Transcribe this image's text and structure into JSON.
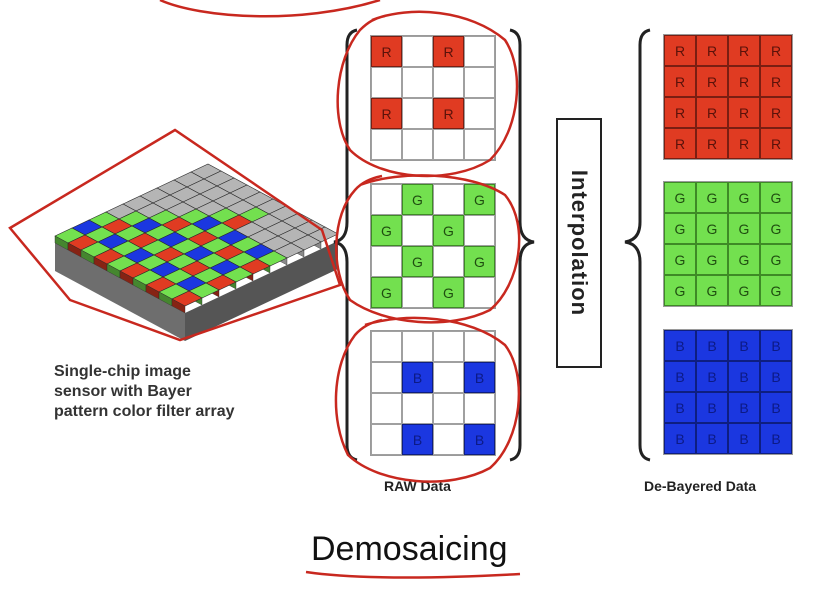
{
  "sensor": {
    "caption_lines": [
      "Single-chip image",
      "sensor with Bayer",
      "pattern color filter array"
    ]
  },
  "raw": {
    "label": "RAW Data",
    "red_grid": [
      "R",
      "",
      "R",
      "",
      "",
      "",
      "",
      "",
      "R",
      "",
      "R",
      "",
      "",
      "",
      "",
      ""
    ],
    "green_grid": [
      "",
      "G",
      "",
      "G",
      "G",
      "",
      "G",
      "",
      "",
      "G",
      "",
      "G",
      "G",
      "",
      "G",
      ""
    ],
    "blue_grid": [
      "",
      "",
      "",
      "",
      "",
      "B",
      "",
      "B",
      "",
      "",
      "",
      "",
      "",
      "B",
      "",
      "B"
    ]
  },
  "interpolation": {
    "label": "Interpolation"
  },
  "debayered": {
    "label": "De-Bayered Data",
    "red_letter": "R",
    "green_letter": "G",
    "blue_letter": "B"
  },
  "title": "Demosaicing",
  "colors": {
    "red": "#e03b22",
    "green": "#73e04f",
    "blue": "#1b37e0",
    "annotation_ink": "#c8281f"
  }
}
